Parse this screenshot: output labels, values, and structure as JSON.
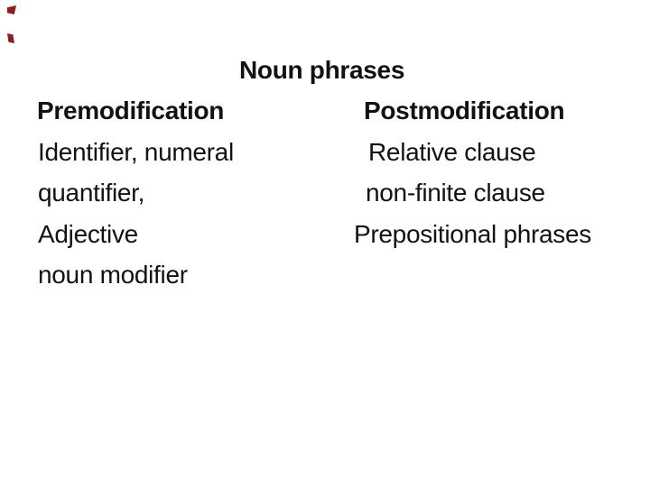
{
  "slide": {
    "title": "Noun phrases",
    "columns": {
      "left": {
        "header": "Premodification",
        "items": [
          "Identifier, numeral",
          "quantifier,",
          "Adjective",
          "noun modifier"
        ]
      },
      "right": {
        "header": "Postmodification",
        "items": [
          "Relative clause",
          "non-finite clause",
          "Prepositional phrases"
        ]
      }
    }
  },
  "colors": {
    "background": "#ffffff",
    "text": "#121212",
    "artifact_red": "#8d1d20"
  }
}
